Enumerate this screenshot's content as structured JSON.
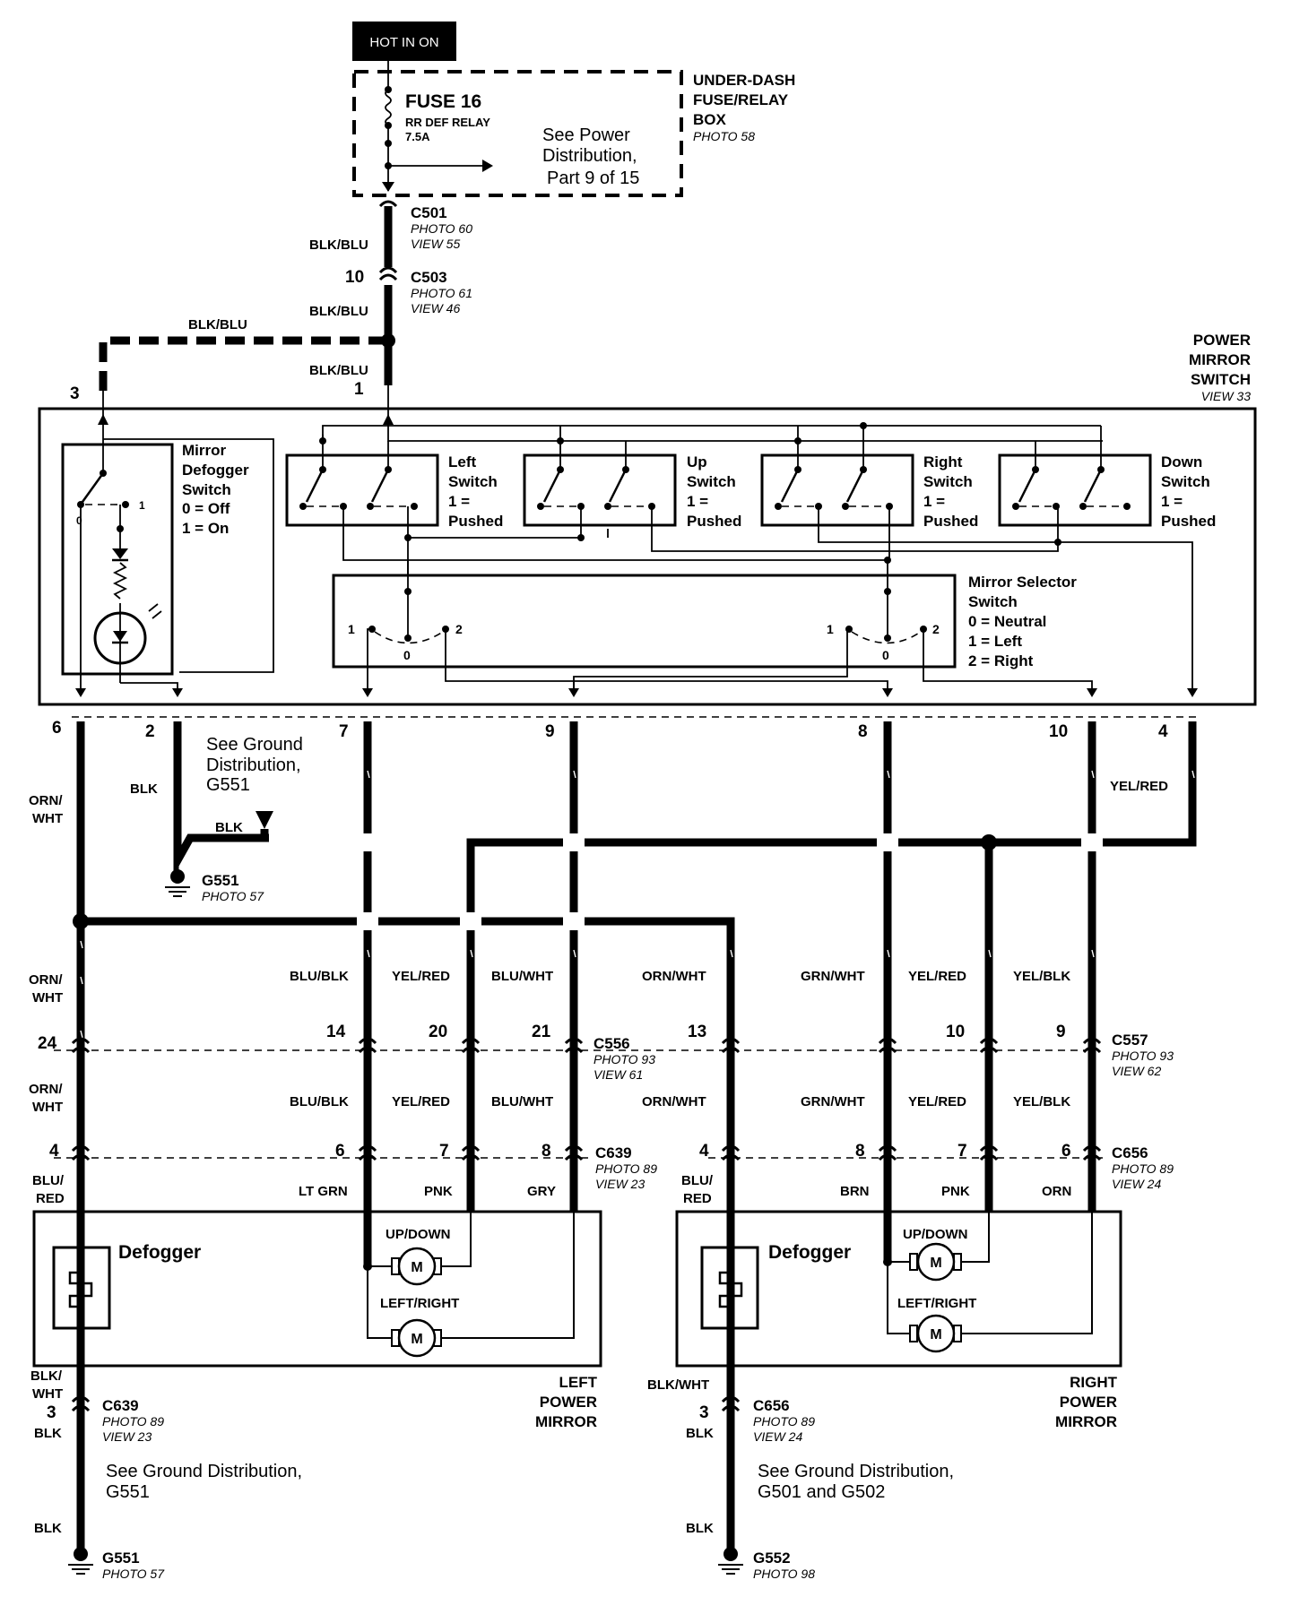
{
  "header": {
    "hot_in_on": "HOT IN ON"
  },
  "fusebox": {
    "fuse": "FUSE 16",
    "fuse_desc": "RR DEF RELAY",
    "fuse_amp": "7.5A",
    "see_power": [
      "See Power",
      "Distribution,",
      "Part 9 of 15"
    ],
    "label": [
      "UNDER-DASH",
      "FUSE/RELAY",
      "BOX"
    ],
    "photo": "PHOTO 58"
  },
  "connectors": {
    "c501": {
      "name": "C501",
      "photo": "PHOTO 60",
      "view": "VIEW 55"
    },
    "c503": {
      "name": "C503",
      "photo": "PHOTO 61",
      "view": "VIEW 46",
      "pin": "10"
    },
    "c556": {
      "name": "C556",
      "photo": "PHOTO 93",
      "view": "VIEW 61"
    },
    "c557": {
      "name": "C557",
      "photo": "PHOTO 93",
      "view": "VIEW 62"
    },
    "c639": {
      "name": "C639",
      "photo": "PHOTO 89",
      "view": "VIEW 23"
    },
    "c656": {
      "name": "C656",
      "photo": "PHOTO 89",
      "view": "VIEW 24"
    }
  },
  "wires": {
    "blk_blu": "BLK/BLU",
    "blk": "BLK",
    "orn_wht_split": [
      "ORN/",
      "WHT"
    ],
    "orn_wht": "ORN/WHT",
    "yel_red": "YEL/RED",
    "blu_blk": "BLU/BLK",
    "blu_wht": "BLU/WHT",
    "grn_wht": "GRN/WHT",
    "yel_blk": "YEL/BLK",
    "blu_red": [
      "BLU/",
      "RED"
    ],
    "lt_grn": "LT GRN",
    "pnk": "PNK",
    "gry": "GRY",
    "brn": "BRN",
    "orn": "ORN",
    "blk_wht": [
      "BLK/",
      "WHT"
    ],
    "blk_wht_single": "BLK/WHT"
  },
  "switch": {
    "title": [
      "POWER",
      "MIRROR",
      "SWITCH"
    ],
    "view": "VIEW 33",
    "defogger": [
      "Mirror",
      "Defogger",
      "Switch",
      "0 = Off",
      "1 = On"
    ],
    "left": [
      "Left",
      "Switch",
      "1 =",
      "Pushed"
    ],
    "up": [
      "Up",
      "Switch",
      "1 =",
      "Pushed"
    ],
    "right": [
      "Right",
      "Switch",
      "1 =",
      "Pushed"
    ],
    "down": [
      "Down",
      "Switch",
      "1 =",
      "Pushed"
    ],
    "selector": [
      "Mirror Selector",
      "Switch",
      "0 = Neutral",
      "1 = Left",
      "2 = Right"
    ]
  },
  "pins_top": {
    "p3": "3",
    "p1": "1",
    "p6": "6",
    "p2": "2",
    "p7": "7",
    "p9": "9",
    "p8": "8",
    "p10": "10",
    "p4": "4"
  },
  "ground": {
    "see_g551": [
      "See Ground",
      "Distribution,",
      "G551"
    ],
    "g551": "G551",
    "g551_photo": "PHOTO 57",
    "g552": "G552",
    "g552_photo": "PHOTO 98",
    "see_left": [
      "See Ground Distribution,",
      "G551"
    ],
    "see_right": [
      "See Ground Distribution,",
      "G501 and G502"
    ]
  },
  "pins_c556": {
    "p24": "24",
    "p14": "14",
    "p20": "20",
    "p21": "21",
    "p13": "13",
    "p10": "10",
    "p9": "9"
  },
  "pins_c639": {
    "p4": "4",
    "p6": "6",
    "p7": "7",
    "p8": "8"
  },
  "pins_c656": {
    "p4": "4",
    "p8": "8",
    "p7": "7",
    "p6": "6"
  },
  "pin_3": "3",
  "mirror": {
    "defogger": "Defogger",
    "updown": "UP/DOWN",
    "leftright": "LEFT/RIGHT",
    "motor": "M",
    "left_label": [
      "LEFT",
      "POWER",
      "MIRROR"
    ],
    "right_label": [
      "RIGHT",
      "POWER",
      "MIRROR"
    ]
  },
  "selector_positions": {
    "one": "1",
    "two": "2",
    "zero": "0"
  },
  "switch_positions": {
    "zero": "0",
    "one": "1"
  }
}
